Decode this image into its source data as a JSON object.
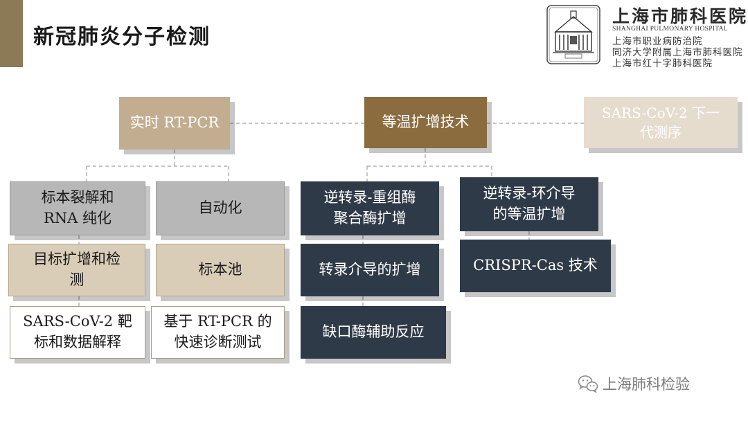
{
  "page": {
    "title": "新冠肺炎分子检测"
  },
  "hospital": {
    "name_cn": "上海市肺科医院",
    "name_en": "SHANGHAI PULMONARY HOSPITAL",
    "line2": "上海市职业病防治院",
    "line3": "同济大学附属上海市肺科医院",
    "line4": "上海市红十字肺科医院"
  },
  "diagram": {
    "heads": {
      "rtpcr": "实时 RT-PCR",
      "isothermal": "等温扩增技术",
      "nextgen_line1": "SARS-CoV-2 下一",
      "nextgen_line2": "代测序"
    },
    "rtpcr_col1": {
      "b1_line1": "标本裂解和",
      "b1_line2": "RNA 纯化",
      "b2_line1": "目标扩增和检",
      "b2_line2": "测",
      "b3_line1": "SARS-CoV-2 靶",
      "b3_line2": "标和数据解释"
    },
    "rtpcr_col2": {
      "b1": "自动化",
      "b2": "标本池",
      "b3_line1": "基于 RT-PCR 的",
      "b3_line2": "快速诊断测试"
    },
    "iso_col1": {
      "b1_line1": "逆转录-重组酶",
      "b1_line2": "聚合酶扩增",
      "b2": "转录介导的扩增",
      "b3": "缺口酶辅助反应"
    },
    "iso_col2": {
      "b1_line1": "逆转录-环介导",
      "b1_line2": "的等温扩增",
      "b2": "CRISPR-Cas 技术"
    }
  },
  "watermark": {
    "icon": "wechat-icon",
    "text": "上海肺科检验"
  },
  "colors": {
    "accent": "#8c7a57",
    "head_tan": "#c3ad90",
    "head_brown": "#8b6c3f",
    "head_light": "#e6dccd",
    "grey_box": "#b7b7b7",
    "beige_box": "#dacdb8",
    "dark_box": "#2e3a47"
  }
}
